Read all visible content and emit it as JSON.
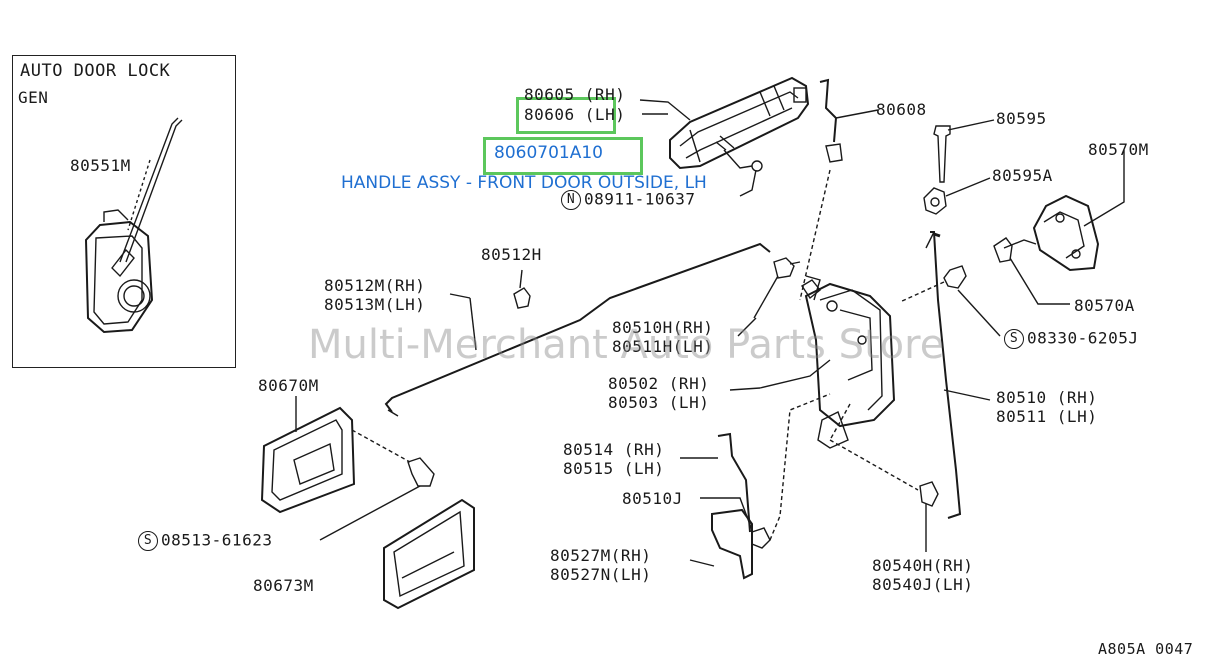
{
  "inset": {
    "title": "AUTO DOOR LOCK",
    "subtitle": "GEN",
    "part": "80551M"
  },
  "highlight": {
    "part_number": "8060701A10",
    "description": "HANDLE ASSY - FRONT DOOR OUTSIDE, LH"
  },
  "labels": {
    "p80605": "80605 (RH)",
    "p80606": "80606 (LH)",
    "p08911": "08911-10637",
    "p08911_prefix": "N",
    "p80608": "80608",
    "p80595": "80595",
    "p80570M": "80570M",
    "p80595A": "80595A",
    "p80570A": "80570A",
    "p80512H": "80512H",
    "p80512M": "80512M(RH)",
    "p80513M": "80513M(LH)",
    "p80510H": "80510H(RH)",
    "p80511H": "80511H(LH)",
    "p08330": "08330-6205J",
    "p08330_prefix": "S",
    "p80502": "80502 (RH)",
    "p80503": "80503 (LH)",
    "p80510": "80510 (RH)",
    "p80511": "80511 (LH)",
    "p80670M": "80670M",
    "p80514": "80514 (RH)",
    "p80515": "80515 (LH)",
    "p80510J": "80510J",
    "p08513": "08513-61623",
    "p08513_prefix": "S",
    "p80527M": "80527M(RH)",
    "p80527N": "80527N(LH)",
    "p80540H": "80540H(RH)",
    "p80540J": "80540J(LH)",
    "p80673M": "80673M"
  },
  "watermark": "Multi-Merchant Auto Parts Store",
  "footer_code": "A805A 0047"
}
